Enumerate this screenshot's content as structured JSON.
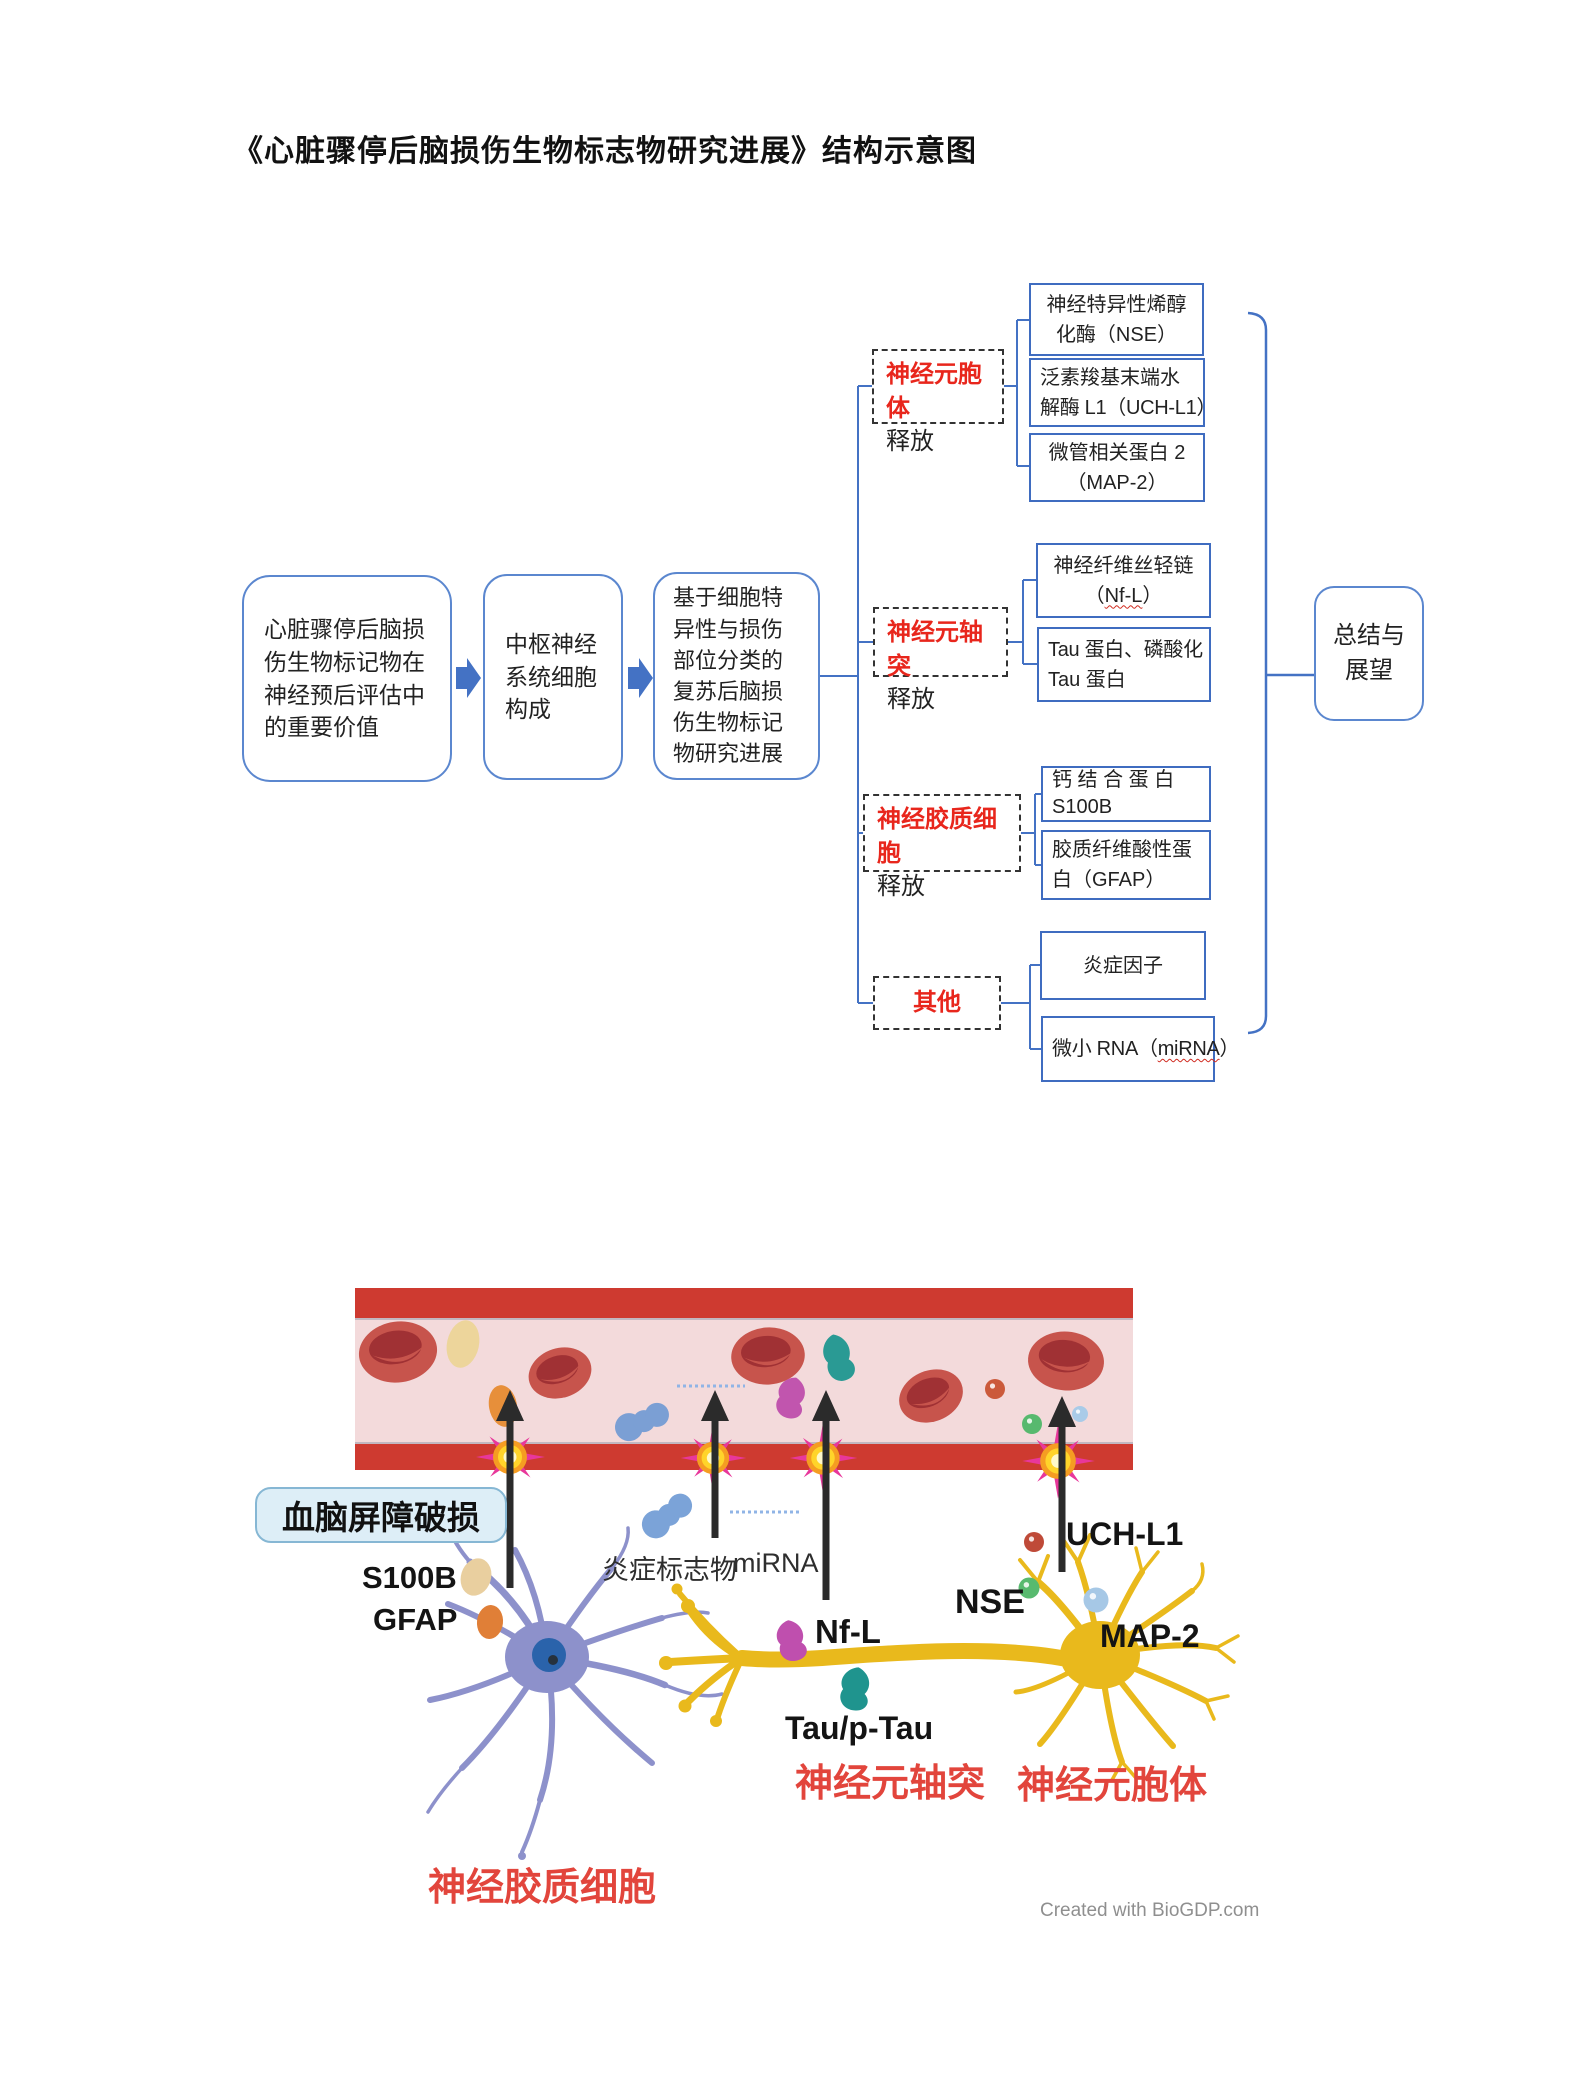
{
  "title": "《心脏骤停后脑损伤生物标志物研究进展》结构示意图",
  "flowchart": {
    "main_boxes": [
      {
        "text": "心脏骤停后脑损伤生物标记物在神经预后评估中的重要价值"
      },
      {
        "text": "中枢神经系统细胞构成"
      },
      {
        "text": "基于细胞特异性与损伤部位分类的复苏后脑损伤生物标记物研究进展"
      }
    ],
    "summary_box": {
      "line1": "总结与",
      "line2": "展望"
    },
    "groups": [
      {
        "name": "神经元胞体",
        "suffix": "释放"
      },
      {
        "name": "神经元轴突",
        "suffix": "释放"
      },
      {
        "name": "神经胶质细胞",
        "suffix": "释放"
      },
      {
        "name": "其他",
        "suffix": ""
      }
    ],
    "leaves": {
      "nse": {
        "line1": "神经特异性烯醇",
        "line2": "化酶（NSE）"
      },
      "uch": {
        "line1": "泛素羧基末端水",
        "line2": "解酶 L1（UCH-L1）"
      },
      "map2": {
        "line1": "微管相关蛋白 2",
        "line2": "（MAP-2）"
      },
      "nfl": {
        "line1": "神经纤维丝轻链",
        "pre": "（",
        "wavy": "Nf-L",
        "post": "）"
      },
      "tau": {
        "line1": "Tau 蛋白、磷酸化",
        "line2": "Tau 蛋白"
      },
      "s100b": {
        "line1": "钙 结 合 蛋 白",
        "line2": "S100B"
      },
      "gfap": {
        "line1": "胶质纤维酸性蛋",
        "line2": "白（GFAP）"
      },
      "inflammatory": {
        "line1": "炎症因子"
      },
      "mirna": {
        "pre": "微小 RNA（",
        "wavy": "miRNA",
        "post": "）"
      }
    }
  },
  "illustration": {
    "bbb_label": "血脑屏障破损",
    "labels": {
      "s100b": "S100B",
      "gfap": "GFAP",
      "inflammatory": "炎症标志物",
      "mirna": "miRNA",
      "nfl": "Nf-L",
      "tau": "Tau/p-Tau",
      "nse": "NSE",
      "uchl1": "UCH-L1",
      "map2": "MAP-2",
      "axon": "神经元轴突",
      "soma": "神经元胞体",
      "glial": "神经胶质细胞"
    },
    "credit": "Created with BioGDP.com",
    "colors": {
      "flow_blue": "#4472c4",
      "red_text": "#e8261c",
      "label_red": "#e2453c",
      "vessel_wall": "#ce3a30",
      "vessel_lumen": "#f3dadb",
      "neuron_yellow": "#e9b91c",
      "astrocyte_purple": "#8d91cb",
      "burst_magenta": "#e8379b",
      "burst_yellow": "#ffd42a"
    }
  }
}
